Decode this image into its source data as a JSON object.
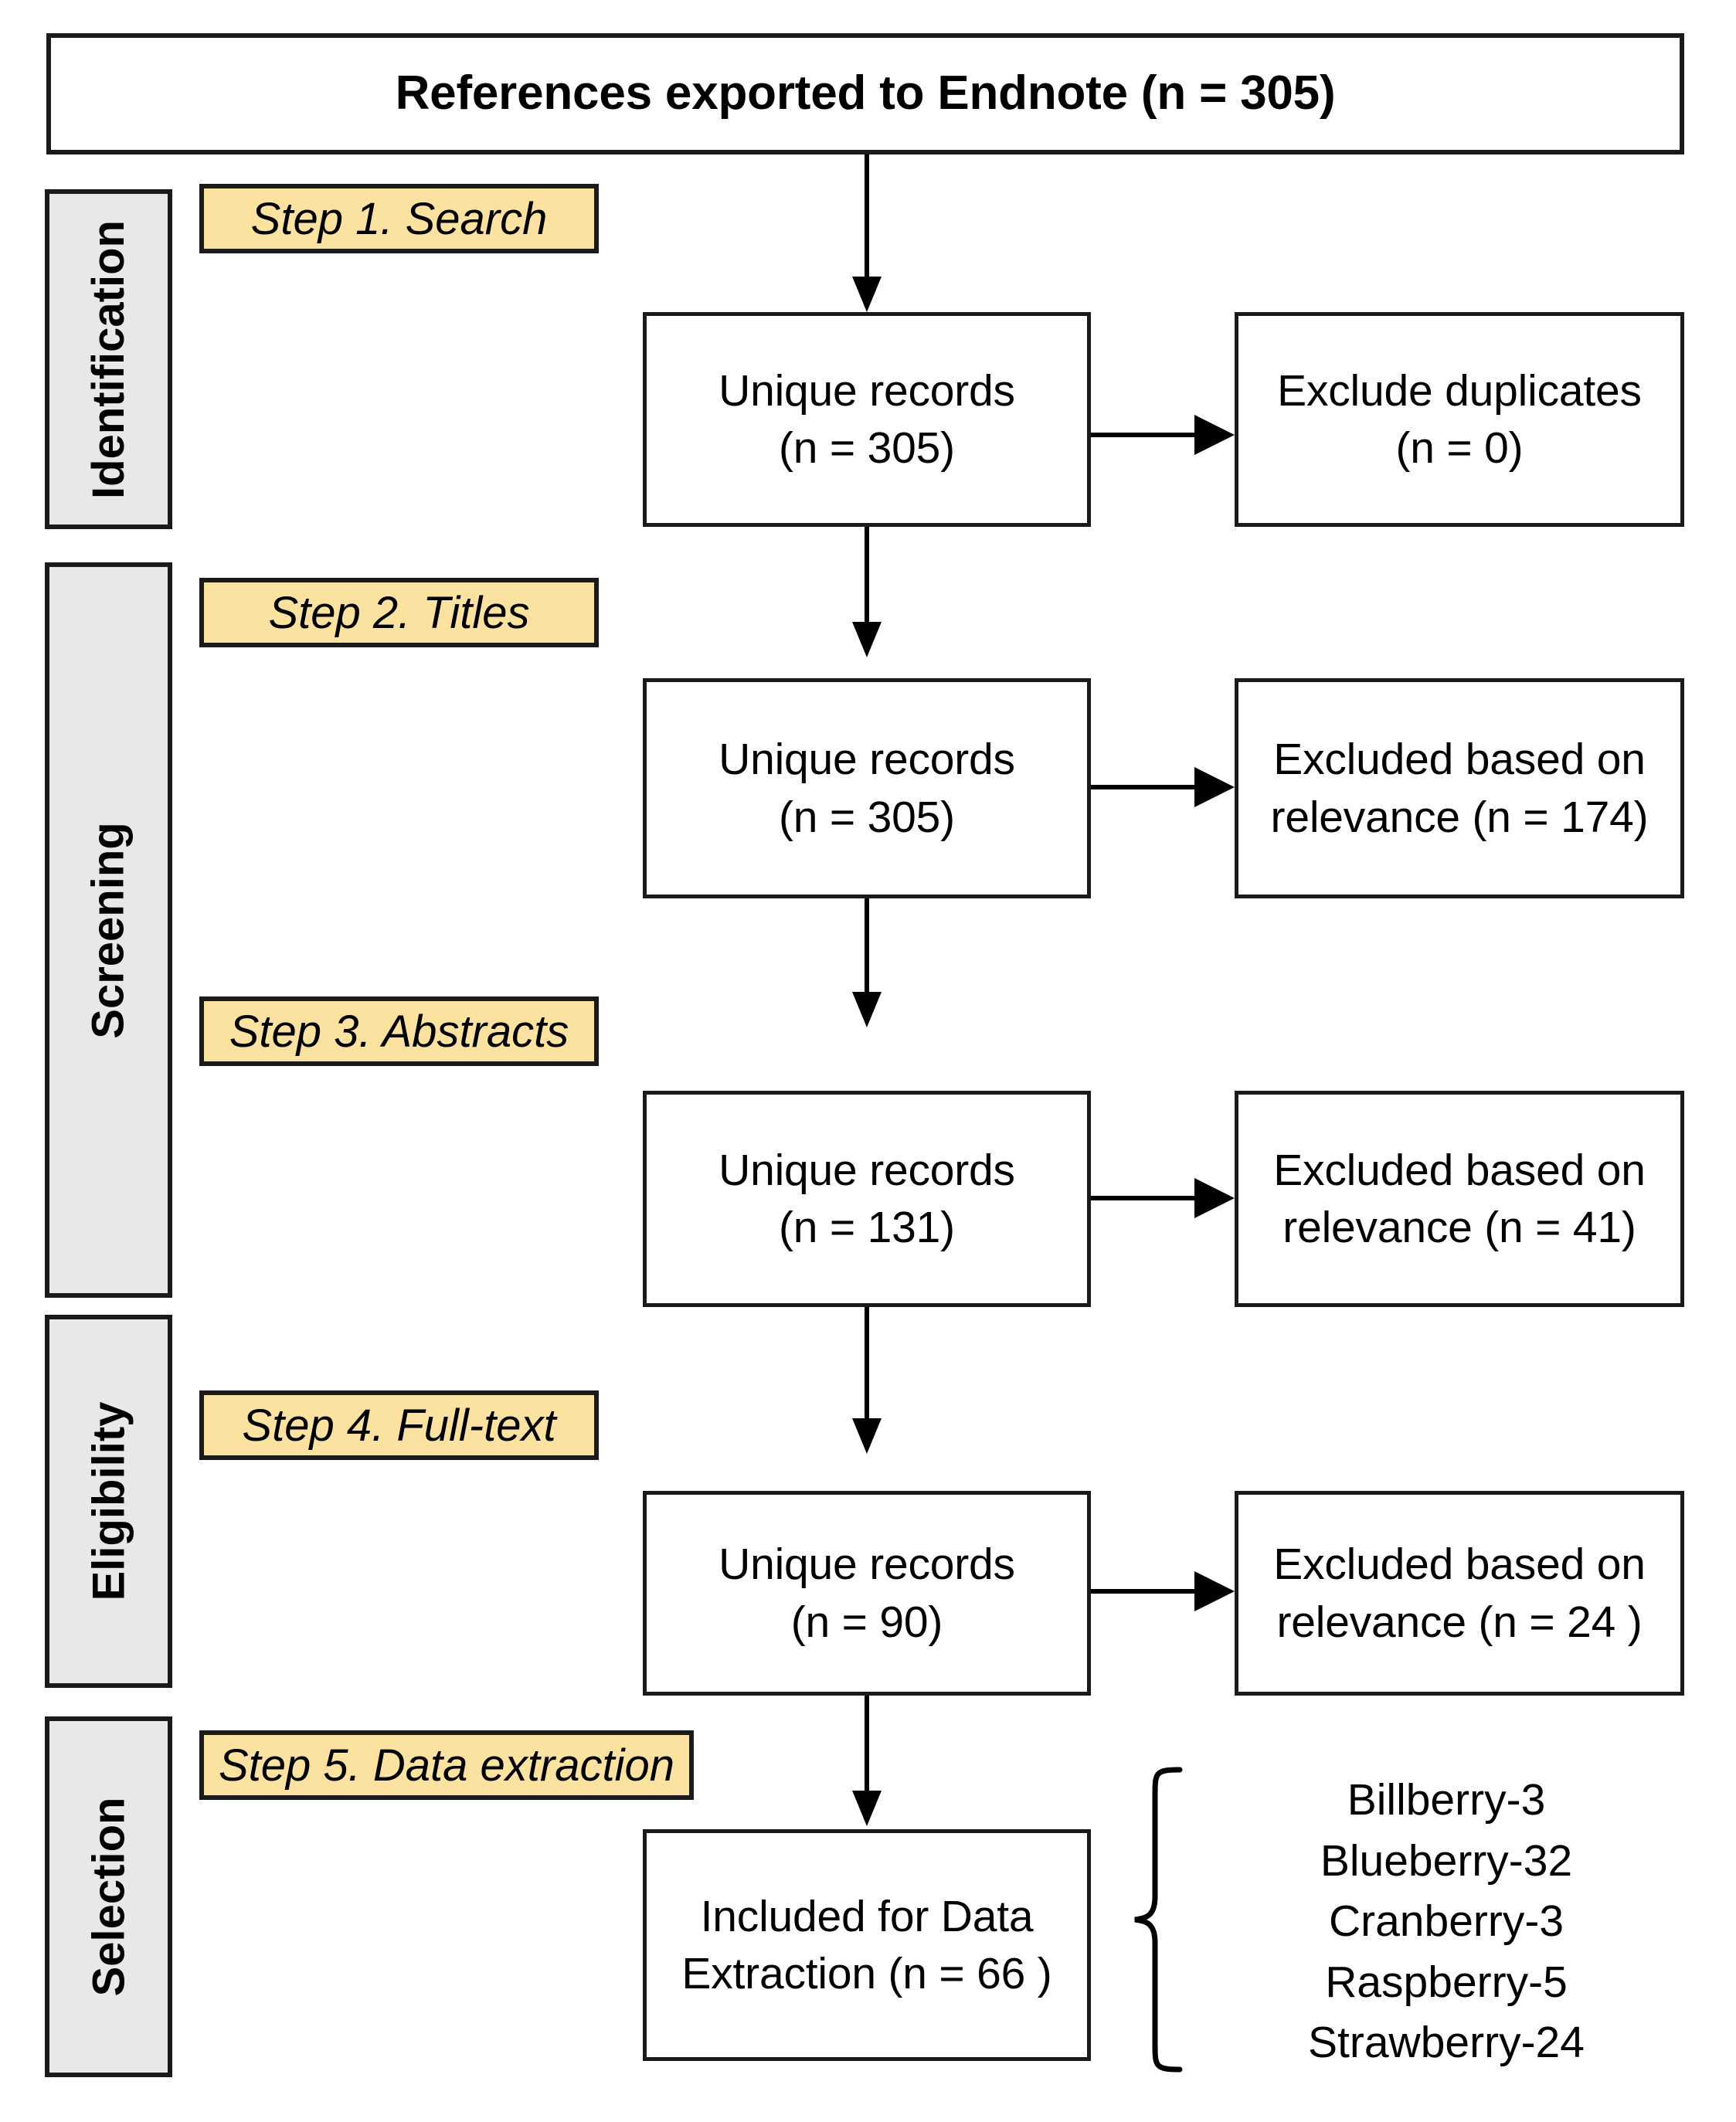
{
  "diagram": {
    "title_box": {
      "text": "References exported to Endnote (n = 305)"
    },
    "stages": [
      {
        "id": "identification",
        "label": "Identification"
      },
      {
        "id": "screening",
        "label": "Screening"
      },
      {
        "id": "eligibility",
        "label": "Eligibility"
      },
      {
        "id": "selection",
        "label": "Selection"
      }
    ],
    "steps": [
      {
        "id": "step1",
        "label": "Step 1. Search"
      },
      {
        "id": "step2",
        "label": "Step 2. Titles"
      },
      {
        "id": "step3",
        "label": "Step 3. Abstracts"
      },
      {
        "id": "step4",
        "label": "Step 4. Full-text"
      },
      {
        "id": "step5",
        "label": "Step 5. Data extraction"
      }
    ],
    "main_boxes": [
      {
        "id": "records1",
        "line1": "Unique records",
        "line2": "(n = 305)"
      },
      {
        "id": "records2",
        "line1": "Unique records",
        "line2": "(n = 305)"
      },
      {
        "id": "records3",
        "line1": "Unique records",
        "line2": "(n = 131)"
      },
      {
        "id": "records4",
        "line1": "Unique records",
        "line2": "(n = 90)"
      },
      {
        "id": "included",
        "line1": "Included for Data",
        "line2": "Extraction (n = 66 )"
      }
    ],
    "exclusion_boxes": [
      {
        "id": "exclude1",
        "line1": "Exclude duplicates",
        "line2": "(n = 0)"
      },
      {
        "id": "exclude2",
        "line1": "Excluded based on",
        "line2": "relevance (n = 174)"
      },
      {
        "id": "exclude3",
        "line1": "Excluded based on",
        "line2": "relevance  (n = 41)"
      },
      {
        "id": "exclude4",
        "line1": "Excluded based on",
        "line2": "relevance  (n = 24 )"
      }
    ],
    "berries": [
      {
        "label": "Billberry-3"
      },
      {
        "label": "Blueberry-32"
      },
      {
        "label": "Cranberry-3"
      },
      {
        "label": "Raspberry-5"
      },
      {
        "label": "Strawberry-24"
      }
    ]
  },
  "chart_data": {
    "type": "diagram",
    "title": "References exported to Endnote (n = 305)",
    "flow": [
      {
        "stage": "Identification",
        "step": "Step 1. Search",
        "records": 305,
        "excluded": 0,
        "exclusion_reason": "Exclude duplicates"
      },
      {
        "stage": "Screening",
        "step": "Step 2. Titles",
        "records": 305,
        "excluded": 174,
        "exclusion_reason": "Excluded based on relevance"
      },
      {
        "stage": "Screening",
        "step": "Step 3. Abstracts",
        "records": 131,
        "excluded": 41,
        "exclusion_reason": "Excluded based on relevance"
      },
      {
        "stage": "Eligibility",
        "step": "Step 4. Full-text",
        "records": 90,
        "excluded": 24,
        "exclusion_reason": "Excluded based on relevance"
      },
      {
        "stage": "Selection",
        "step": "Step 5. Data extraction",
        "records": 66,
        "excluded": null,
        "exclusion_reason": null
      }
    ],
    "breakdown_categories": [
      "Billberry",
      "Blueberry",
      "Cranberry",
      "Raspberry",
      "Strawberry"
    ],
    "breakdown_values": [
      3,
      32,
      3,
      5,
      24
    ],
    "breakdown_total": 66,
    "colors": {
      "step_chip_fill": "#fbe2a0",
      "stage_bar_fill": "#e8e8e8",
      "border": "#1a1a1a",
      "box_fill": "#ffffff"
    }
  }
}
